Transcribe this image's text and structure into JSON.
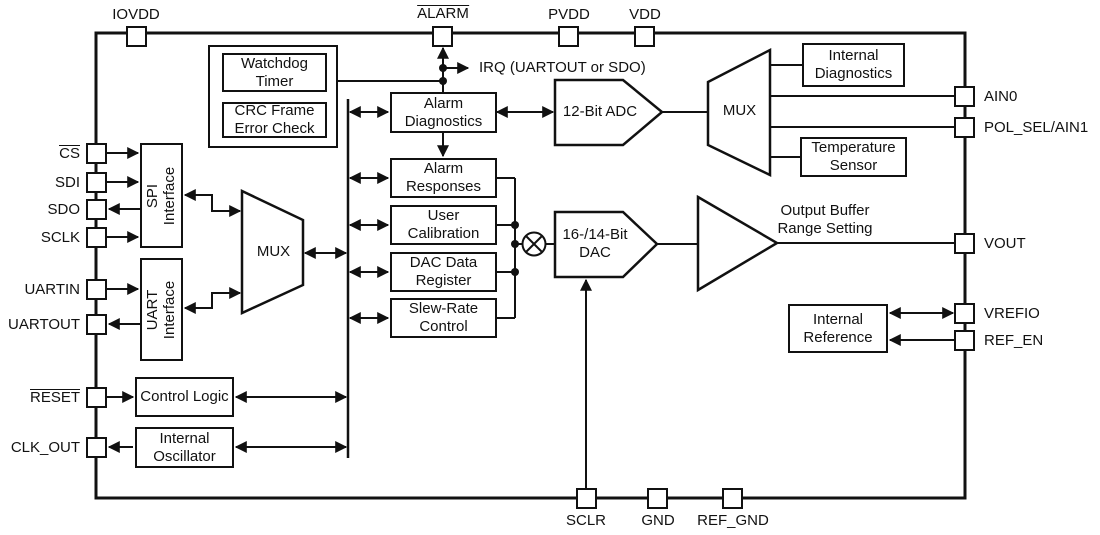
{
  "pins": {
    "top": [
      {
        "label": "IOVDD"
      },
      {
        "label": "ALARM",
        "overline": true
      },
      {
        "label": "PVDD"
      },
      {
        "label": "VDD"
      }
    ],
    "left": [
      {
        "label": "CS",
        "overline": true
      },
      {
        "label": "SDI"
      },
      {
        "label": "SDO"
      },
      {
        "label": "SCLK"
      },
      {
        "label": "UARTIN"
      },
      {
        "label": "UARTOUT"
      },
      {
        "label": "RESET",
        "overline": true
      },
      {
        "label": "CLK_OUT"
      }
    ],
    "right": [
      {
        "label": "AIN0"
      },
      {
        "label": "POL_SEL/AIN1"
      },
      {
        "label": "VOUT"
      },
      {
        "label": "VREFIO"
      },
      {
        "label": "REF_EN"
      }
    ],
    "bottom": [
      {
        "label": "SCLR"
      },
      {
        "label": "GND"
      },
      {
        "label": "REF_GND"
      }
    ]
  },
  "blocks": {
    "watchdog_timer": "Watchdog\nTimer",
    "crc_frame": "CRC Frame\nError Check",
    "alarm_diagnostics": "Alarm\nDiagnostics",
    "alarm_responses": "Alarm\nResponses",
    "user_calibration": "User\nCalibration",
    "dac_data_register": "DAC Data\nRegister",
    "slew_rate_control": "Slew-Rate\nControl",
    "control_logic": "Control Logic",
    "internal_oscillator": "Internal\nOscillator",
    "spi_interface": "SPI\nInterface",
    "uart_interface": "UART\nInterface",
    "mux_left": "MUX",
    "mux_right": "MUX",
    "adc": "12-Bit ADC",
    "dac": "16-/14-Bit\nDAC",
    "internal_diagnostics": "Internal\nDiagnostics",
    "temperature_sensor": "Temperature\nSensor",
    "internal_reference": "Internal\nReference"
  },
  "annotations": {
    "irq": "IRQ (UARTOUT or SDO)",
    "output_buffer": "Output Buffer\nRange Setting"
  },
  "colors": {
    "line": "#111111",
    "background": "#ffffff"
  }
}
